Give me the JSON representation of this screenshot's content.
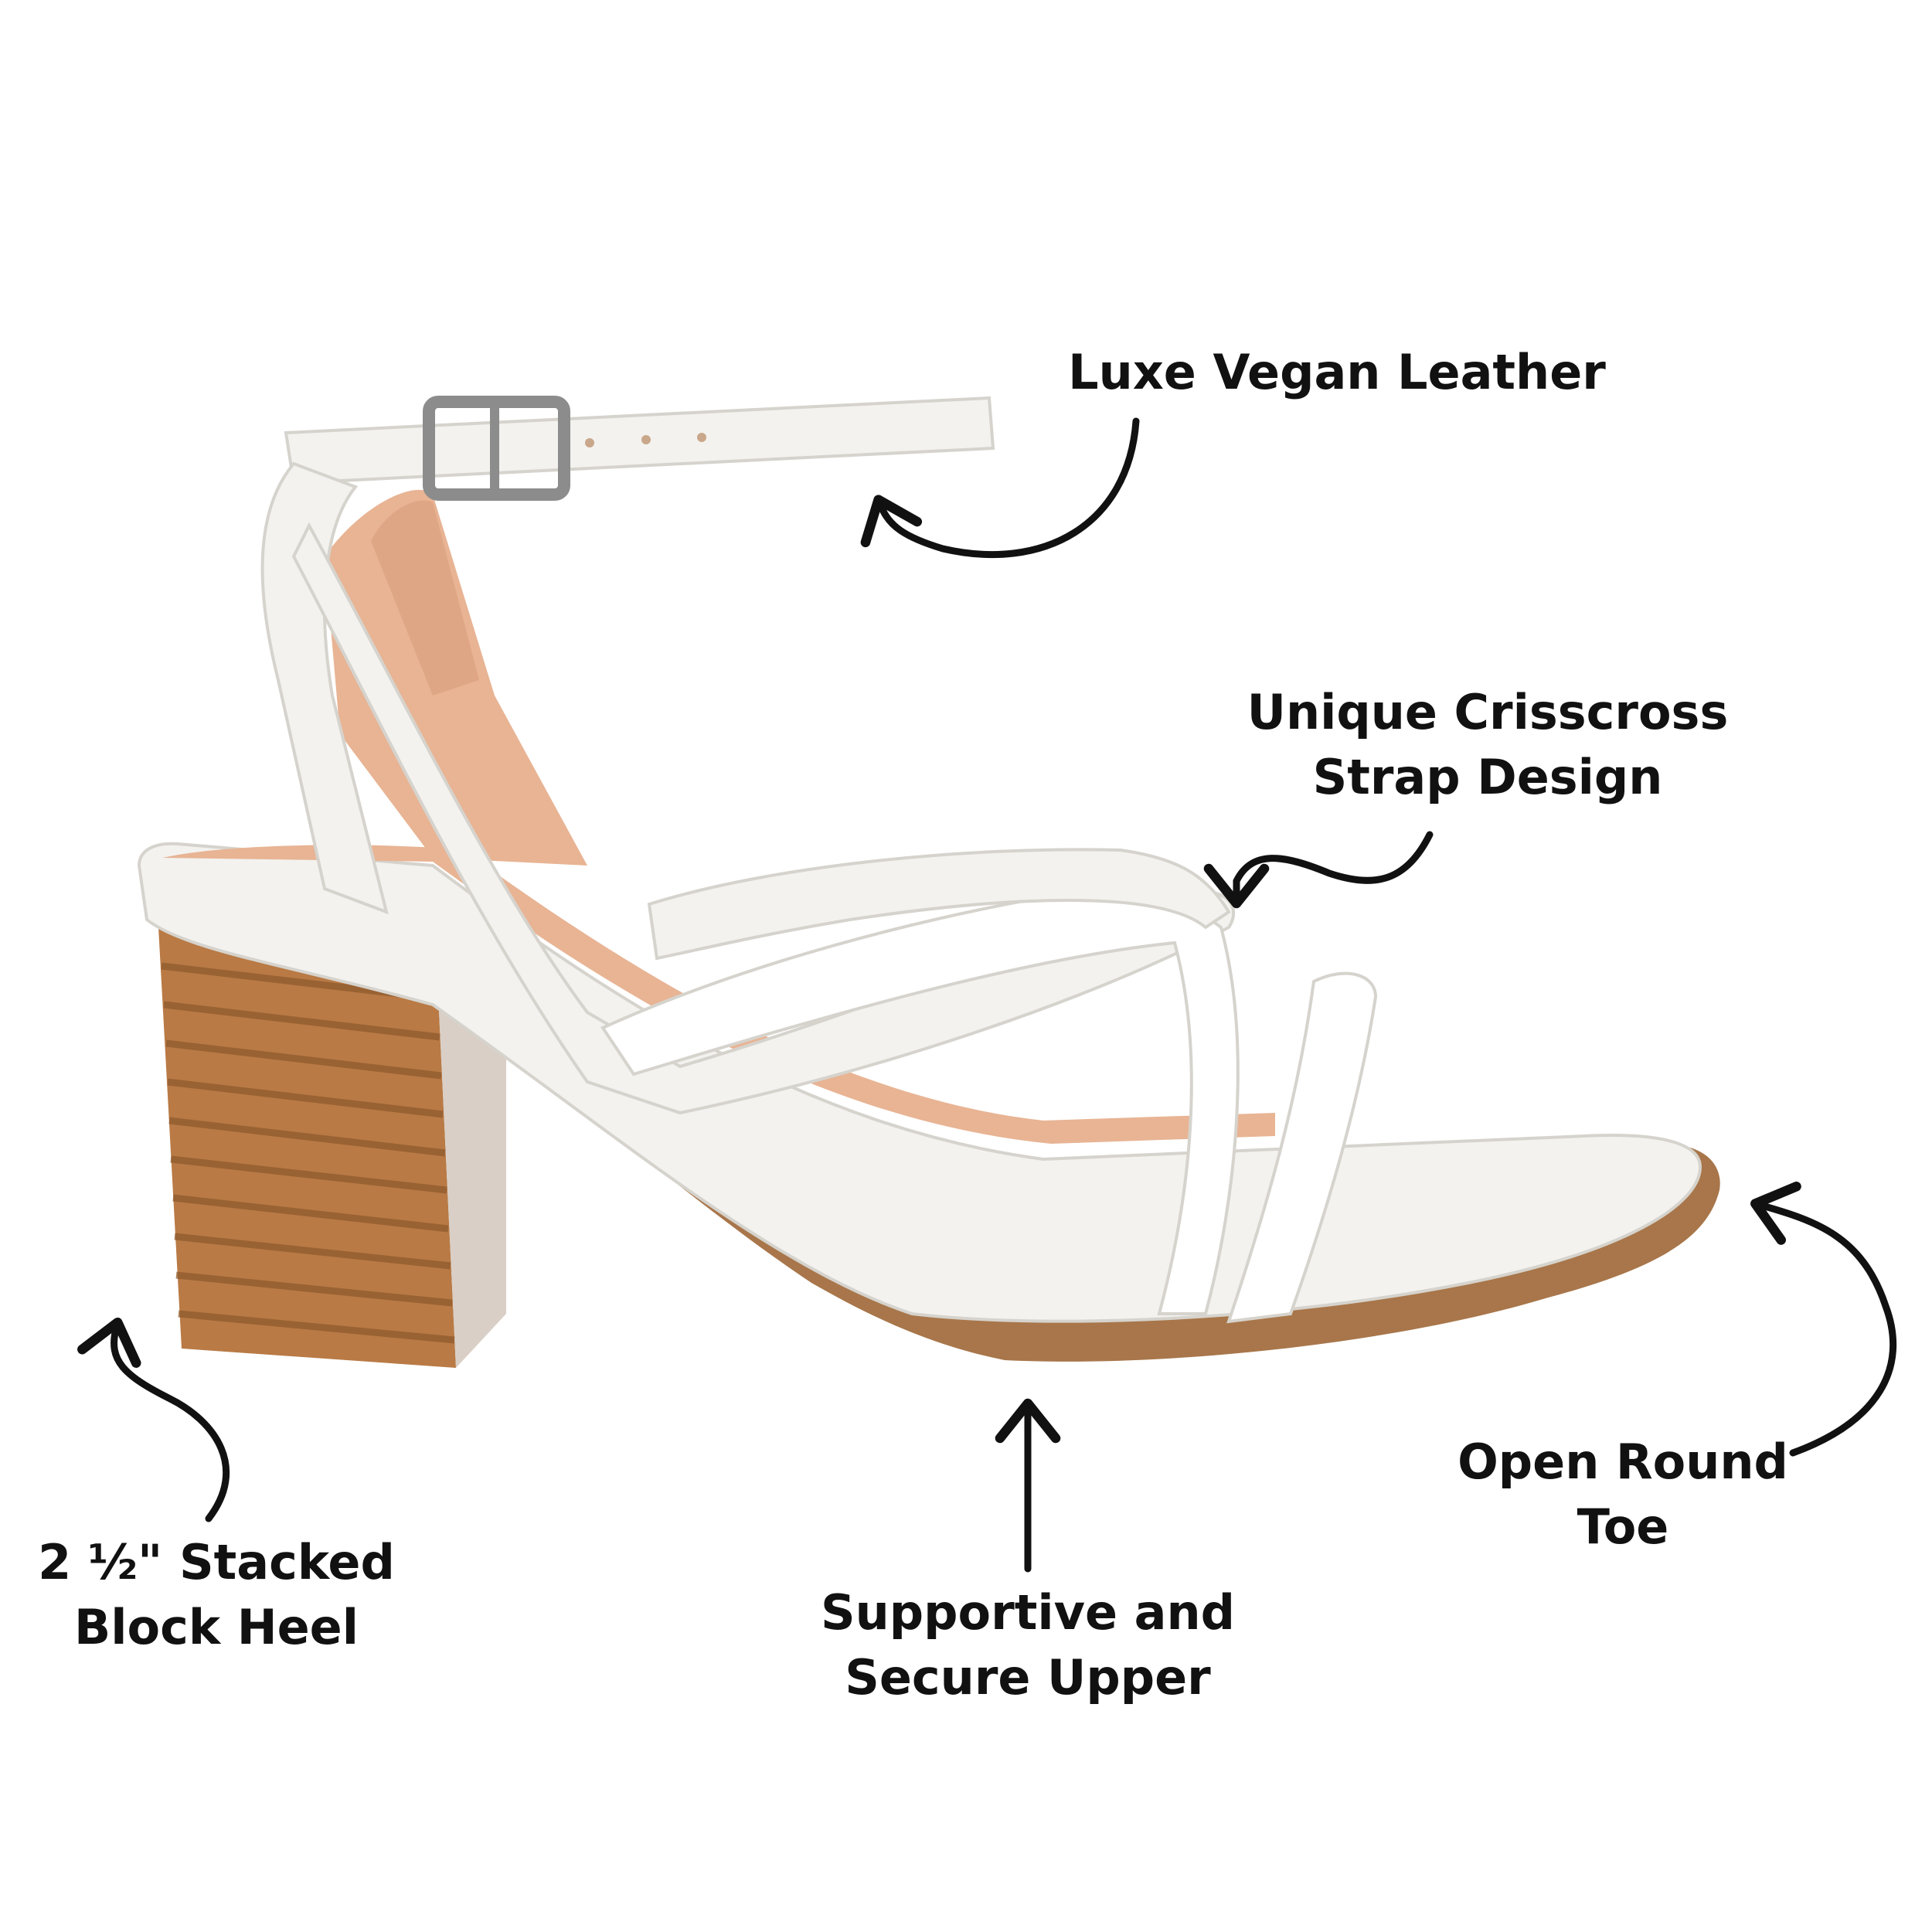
{
  "callouts": {
    "leather": {
      "line1": "Luxe Vegan Leather"
    },
    "straps": {
      "line1": "Unique Crisscross",
      "line2": "Strap Design"
    },
    "toe": {
      "line1": "Open Round",
      "line2": "Toe"
    },
    "heel": {
      "line1": "2 ½\" Stacked",
      "line2": "Block Heel"
    },
    "upper": {
      "line1": "Supportive and",
      "line2": "Secure Upper"
    }
  },
  "colors": {
    "background": "#ffffff",
    "text": "#111111",
    "strap": "#f3f2ef",
    "strap_edge": "#d6d3cd",
    "insole": "#e8b494",
    "insole_shadow": "#d89c7c",
    "heel_wood": "#b97a45",
    "heel_dark": "#8f5a2e",
    "sole": "#a8764a",
    "buckle": "#8c8c8c"
  }
}
